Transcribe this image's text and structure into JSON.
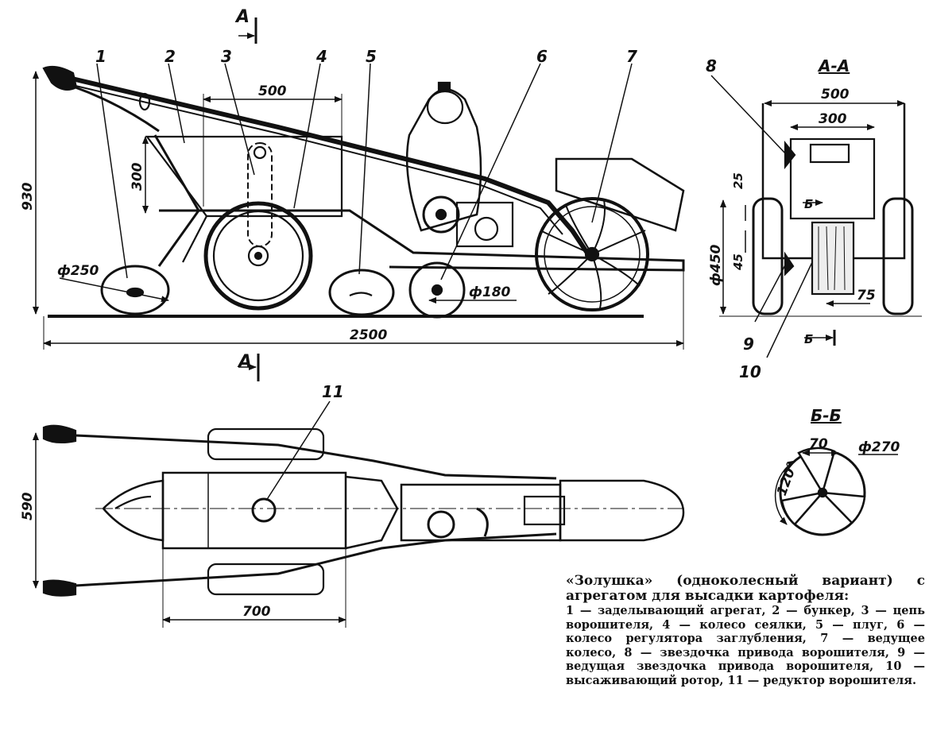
{
  "section_markers": {
    "top_a": "А",
    "bottom_a": "А",
    "section_aa_title": "А-А",
    "section_bb_title": "Б-Б",
    "b_marker_top": "Б",
    "b_marker_bottom": "Б"
  },
  "callouts": [
    "1",
    "2",
    "3",
    "4",
    "5",
    "6",
    "7",
    "8",
    "9",
    "10",
    "11"
  ],
  "side_view": {
    "dim_500": "500",
    "dim_300": "300",
    "dim_930": "930",
    "dim_2500": "2500",
    "wheel_250": "ф250",
    "wheel_180": "ф180"
  },
  "front_view": {
    "dim_500": "500",
    "dim_300": "300",
    "dim_25": "25",
    "dim_450": "ф450",
    "dim_45": "45",
    "dim_75": "75"
  },
  "top_view": {
    "dim_590": "590",
    "dim_700": "700"
  },
  "section_bb": {
    "dim_70": "70",
    "dim_270": "ф270",
    "dim_120": "120°"
  },
  "caption": {
    "title": "«Золушка» (одноколесный вариант) с агрегатом для высадки картофеля:",
    "legend": "1 — заделывающий агрегат, 2 — бункер, 3 — цепь ворошителя, 4 — колесо сеялки, 5 — плуг, 6 — колесо регулятора заглубления, 7 — ведущее колесо, 8 — звездочка привода ворошителя, 9 — ведущая звездочка привода ворошителя, 10 — высаживающий ротор, 11 — редуктор ворошителя."
  },
  "colors": {
    "ink": "#111111",
    "paper": "#ffffff"
  }
}
